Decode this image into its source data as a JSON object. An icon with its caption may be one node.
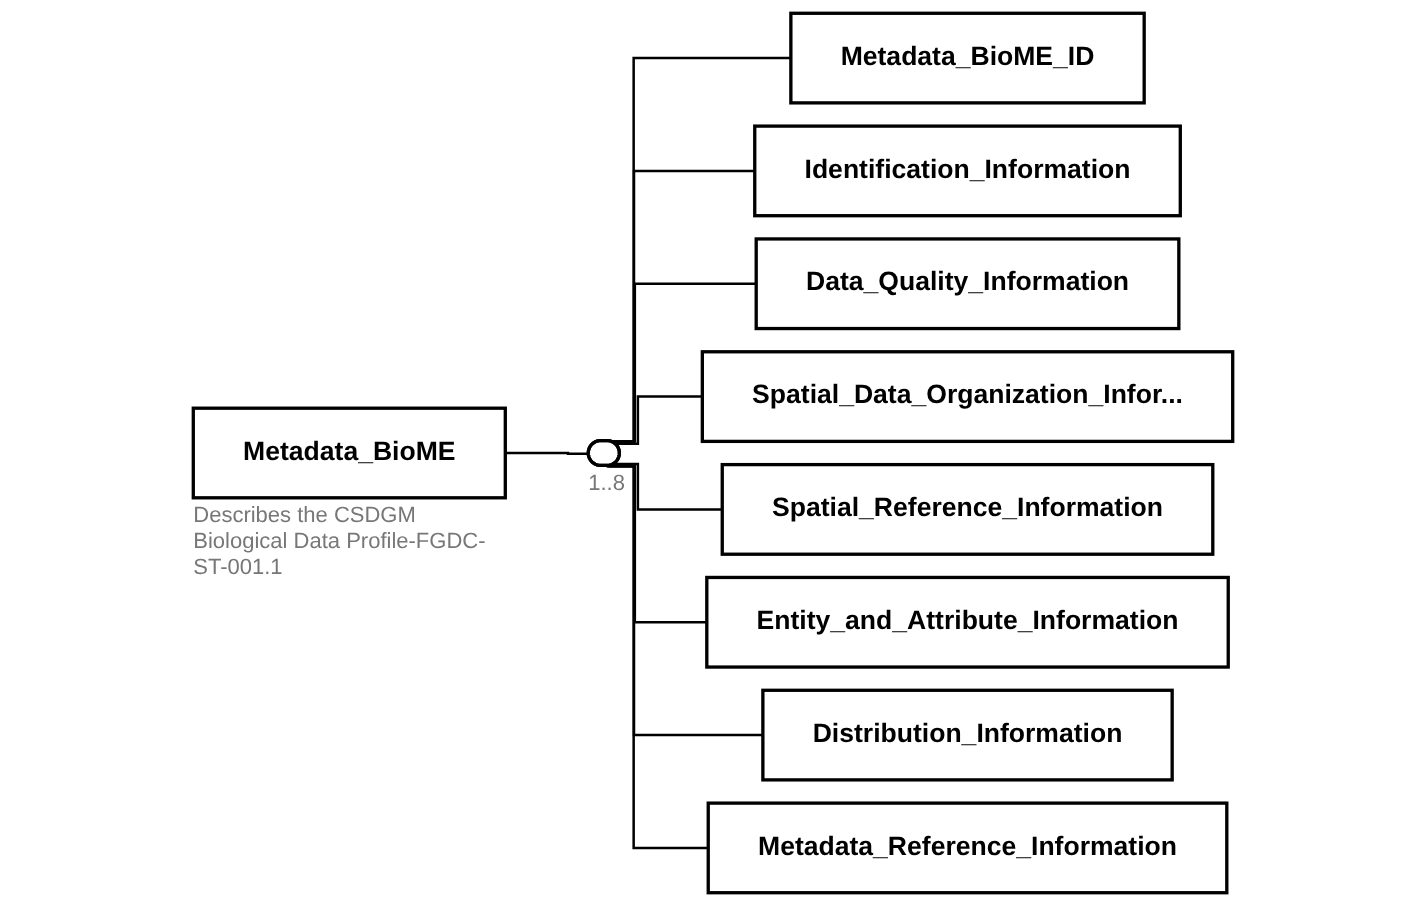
{
  "diagram": {
    "nodes": [
      {
        "text": [
          "Metadata_BioME"
        ],
        "beside": [
          "Describes the CSDGM Biological Data Profile-FGDC-ST-001.1"
        ]
      },
      {
        "text": [],
        "shape": "box",
        "beside": [
          "1..8"
        ]
      },
      {
        "text": [
          "Metadata_BioME_ID"
        ]
      },
      {
        "text": [
          "Identification_Information"
        ]
      },
      {
        "text": [
          "Data_Quality_Information"
        ]
      },
      {
        "text": [
          "Spatial_Data_Organization_Infor..."
        ]
      },
      {
        "text": [
          "Spatial_Reference_Information"
        ]
      },
      {
        "text": [
          "Entity_and_Attribute_Information"
        ]
      },
      {
        "text": [
          "Distribution_Information"
        ]
      },
      {
        "text": [
          "Metadata_Reference_Information"
        ]
      }
    ],
    "edges": [
      {
        "from": 0,
        "to": 1,
        "arrow": "none"
      },
      {
        "from": 1,
        "to": 2,
        "arrow": "none"
      },
      {
        "from": 1,
        "to": 3,
        "arrow": "none"
      },
      {
        "from": 1,
        "to": 4,
        "arrow": "none"
      },
      {
        "from": 1,
        "to": 5,
        "arrow": "none"
      },
      {
        "from": 1,
        "to": 6,
        "arrow": "none"
      },
      {
        "from": 1,
        "to": 7,
        "arrow": "none"
      },
      {
        "from": 1,
        "to": 8,
        "arrow": "none"
      },
      {
        "from": 1,
        "to": 9,
        "arrow": "none"
      }
    ]
  }
}
